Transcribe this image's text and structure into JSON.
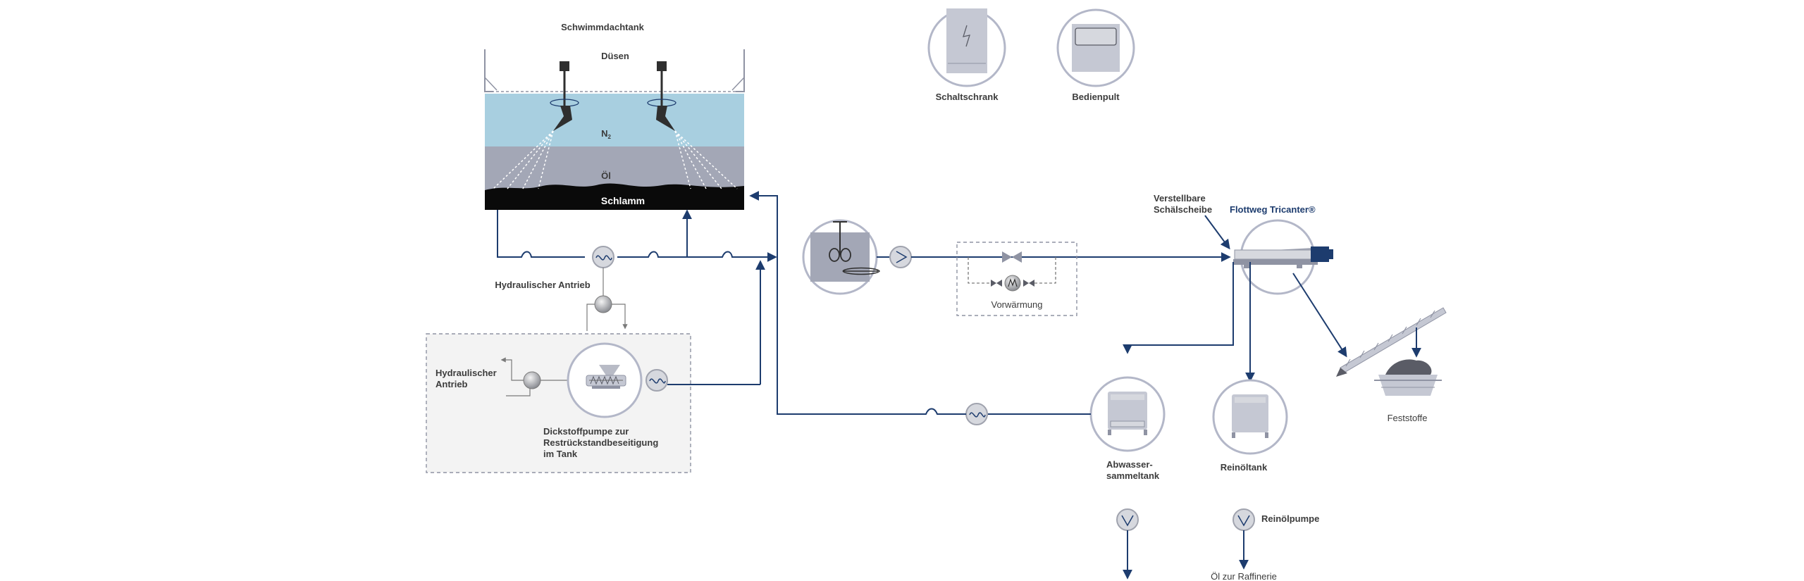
{
  "labels": {
    "tank_title": "Schwimmdachtank",
    "nozzles": "Düsen",
    "n2": "N",
    "n2_sub": "2",
    "oil": "Öl",
    "sludge": "Schlamm",
    "hydraulic_drive_top": "Hydraulischer Antrieb",
    "hydraulic_drive_left_1": "Hydraulischer",
    "hydraulic_drive_left_2": "Antrieb",
    "pump_1": "Dickstoffpumpe zur",
    "pump_2": "Restrückstandbeseitigung",
    "pump_3": "im Tank",
    "control_cabinet": "Schaltschrank",
    "control_panel": "Bedienpult",
    "preheating": "Vorwärmung",
    "disc_1": "Verstellbare",
    "disc_2": "Schälscheibe",
    "tricanter": "Flottweg Tricanter®",
    "solids": "Feststoffe",
    "wastewater_1": "Abwasser-",
    "wastewater_2": "sammeltank",
    "clean_oil_tank": "Reinöltank",
    "clean_oil_pump": "Reinölpumpe",
    "oil_to_refinery": "Öl zur Raffinerie"
  },
  "colors": {
    "pipe": "#1d3c6e",
    "ring": "#b3b7c8",
    "n2_layer": "#a8cfe0",
    "oil_layer": "#a3a7b6",
    "sludge": "#0a0a0a",
    "equipment": "#c5c8d3",
    "dashed_box_fill": "#f3f3f3"
  },
  "icons": [
    "pump-icon",
    "ball-valve-icon",
    "screw-pump-icon",
    "mixing-tank-icon",
    "control-cabinet-icon",
    "control-panel-icon",
    "tricanter-icon",
    "conveyor-icon",
    "collection-tank-icon"
  ]
}
